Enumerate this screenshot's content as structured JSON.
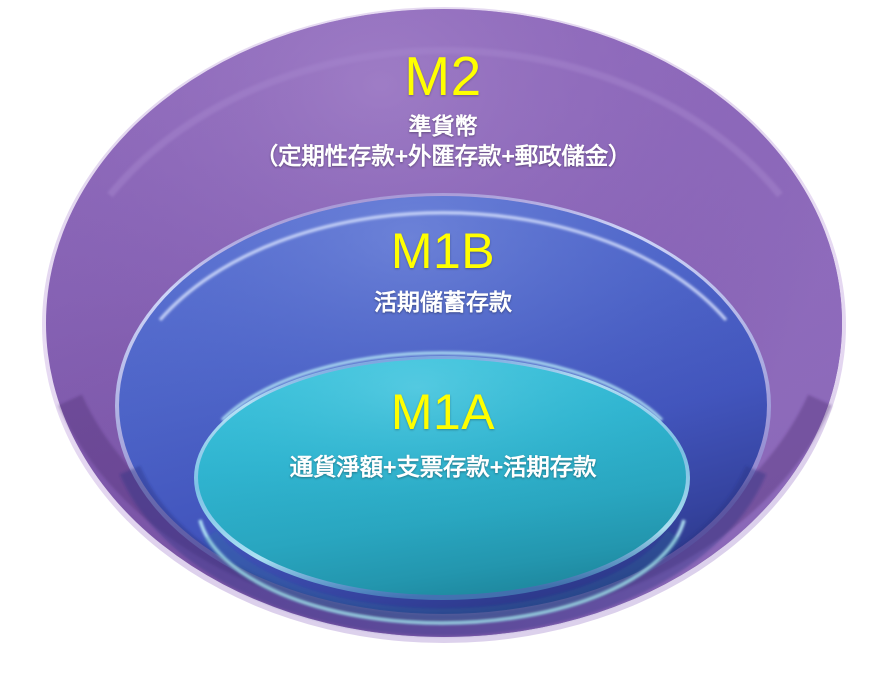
{
  "diagram": {
    "type": "nested-ellipse-venn",
    "background_color": "#ffffff",
    "title_text_color": "#ffff00",
    "subtitle_text_color": "#ffffff",
    "tiers": [
      {
        "id": "m2",
        "title": "M2",
        "subtitle_line1": "準貨幣",
        "subtitle_line2": "（定期性存款+外匯存款+郵政儲金）",
        "fill_light": "#8C66B8",
        "fill_mid": "#7B55A8",
        "fill_dark": "#5E3B84",
        "rim_color": "#D9C6EA",
        "level": 1
      },
      {
        "id": "m1b",
        "title": "M1B",
        "subtitle_line1": "活期儲蓄存款",
        "subtitle_line2": "",
        "fill_light": "#5168CB",
        "fill_mid": "#4257BE",
        "fill_dark": "#2E3C96",
        "rim_color": "#C8D4F5",
        "level": 2
      },
      {
        "id": "m1a",
        "title": "M1A",
        "subtitle_line1": "通貨淨額+支票存款+活期存款",
        "subtitle_line2": "",
        "fill_light": "#35BBD6",
        "fill_mid": "#2BACC6",
        "fill_dark": "#1F8EA8",
        "rim_color": "#9FE8F5",
        "level": 3
      }
    ]
  }
}
